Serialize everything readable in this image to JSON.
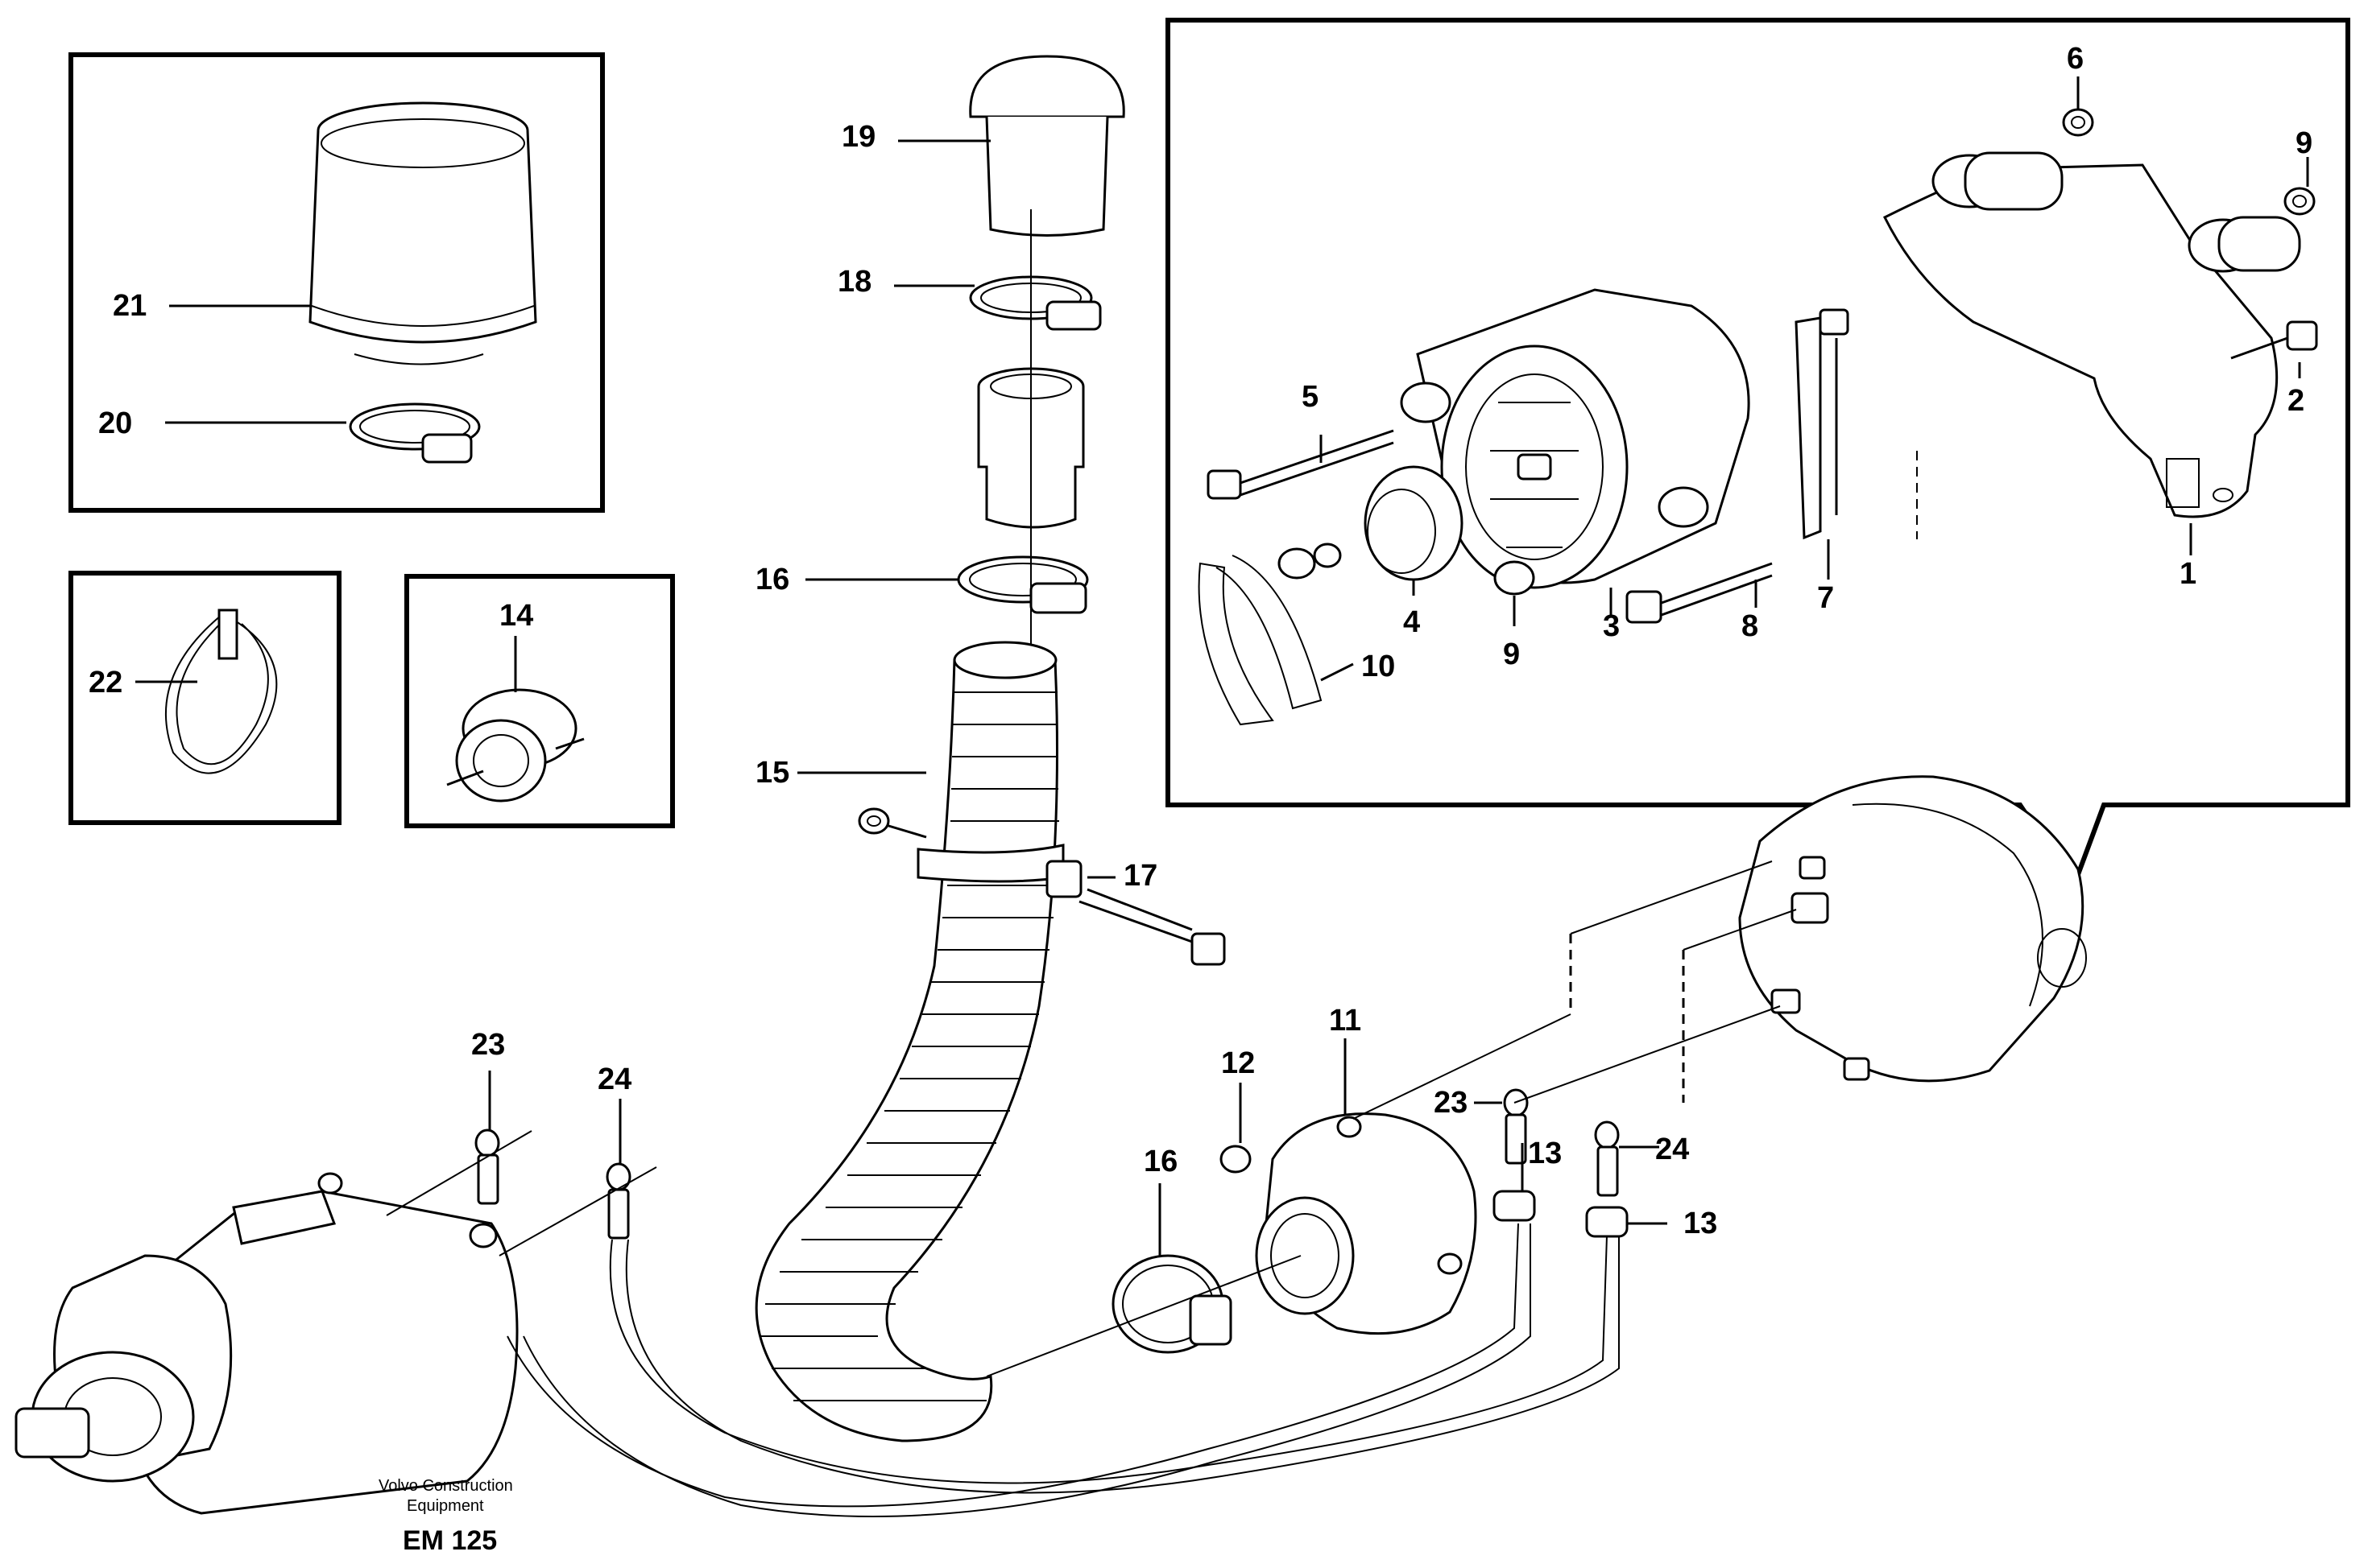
{
  "callouts": {
    "c1": "1",
    "c2": "2",
    "c3": "3",
    "c4": "4",
    "c5": "5",
    "c6": "6",
    "c7": "7",
    "c8": "8",
    "c9a": "9",
    "c9b": "9",
    "c10": "10",
    "c11": "11",
    "c12": "12",
    "c13a": "13",
    "c13b": "13",
    "c14": "14",
    "c15": "15",
    "c16a": "16",
    "c16b": "16",
    "c17": "17",
    "c18": "18",
    "c19": "19",
    "c20": "20",
    "c21": "21",
    "c22": "22",
    "c23a": "23",
    "c23b": "23",
    "c24a": "24",
    "c24b": "24"
  },
  "footer": {
    "credit_line1": "Volvo Construction",
    "credit_line2": "Equipment",
    "code": "EM 125"
  }
}
